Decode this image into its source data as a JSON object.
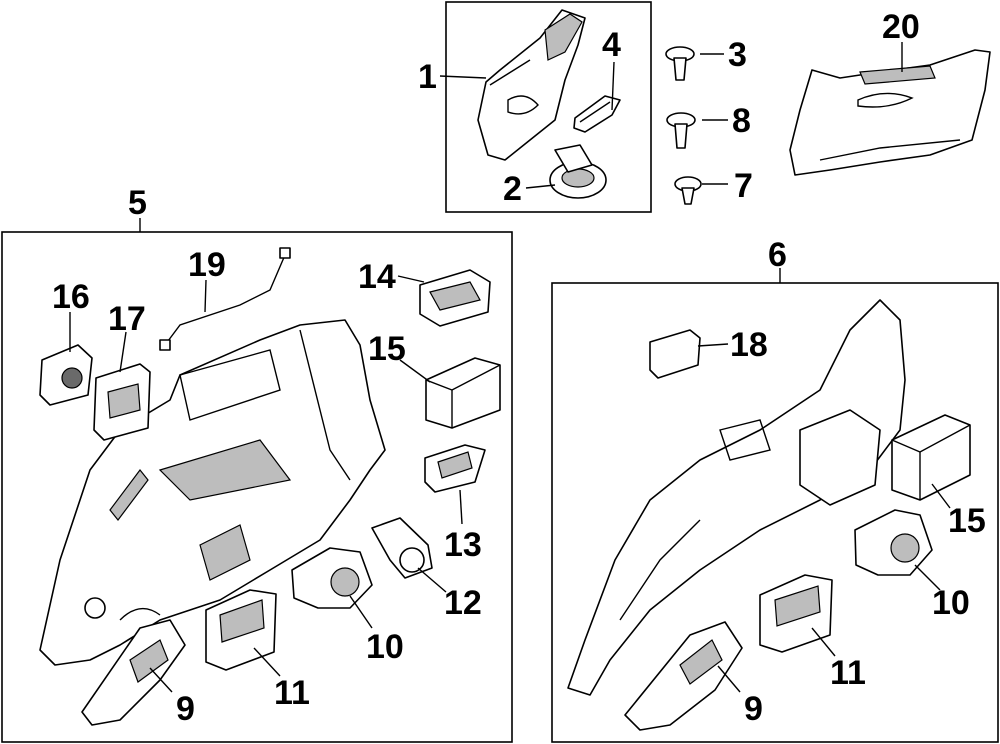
{
  "diagram": {
    "callouts": {
      "c1": "1",
      "c2": "2",
      "c3": "3",
      "c4": "4",
      "c5": "5",
      "c6": "6",
      "c7": "7",
      "c8": "8",
      "c20": "20",
      "c5_14": "14",
      "c5_15": "15",
      "c5_16": "16",
      "c5_17": "17",
      "c5_19": "19",
      "c5_13": "13",
      "c5_12": "12",
      "c5_10": "10",
      "c5_11": "11",
      "c5_9": "9",
      "c6_18": "18",
      "c6_15": "15",
      "c6_10": "10",
      "c6_11": "11",
      "c6_9": "9"
    }
  }
}
